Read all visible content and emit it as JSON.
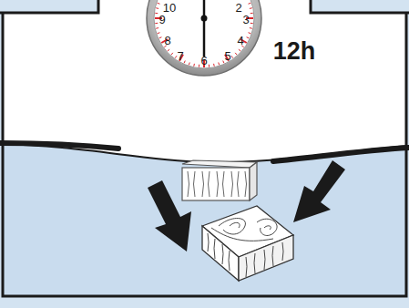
{
  "diagram": {
    "labels": [
      "10",
      "2",
      "9",
      "3",
      "8",
      "4",
      "7",
      "5",
      "6",
      "12h"
    ]
  }
}
